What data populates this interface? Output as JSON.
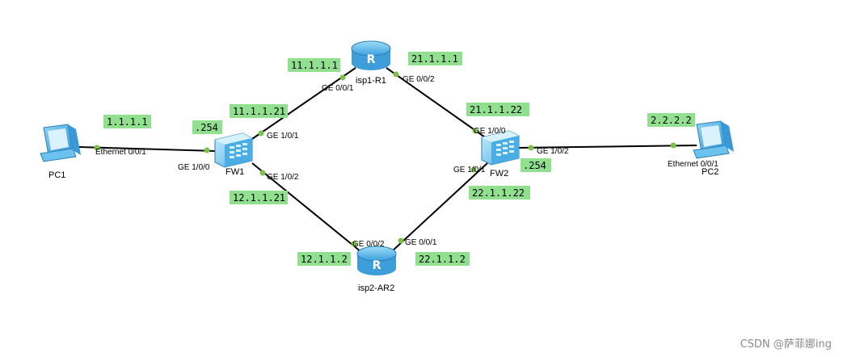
{
  "devices": {
    "pc1": "PC1",
    "pc2": "PC2",
    "fw1": "FW1",
    "fw2": "FW2",
    "isp1": "isp1-R1",
    "isp2": "isp2-AR2"
  },
  "ip_labels": {
    "pc1_ip": "1.1.1.1",
    "fw1_inside": ".254",
    "fw1_isp1": "11.1.1.21",
    "r1_fw1": "11.1.1.1",
    "r1_fw2": "21.1.1.1",
    "fw2_isp1": "21.1.1.22",
    "pc2_ip": "2.2.2.2",
    "fw2_inside": ".254",
    "fw2_isp2": "22.1.1.22",
    "fw1_isp2": "12.1.1.21",
    "ar2_fw1": "12.1.1.2",
    "ar2_fw2": "22.1.1.2"
  },
  "port_labels": {
    "pc1_eth": "Ethernet 0/0/1",
    "fw1_ge100": "GE 1/0/0",
    "fw1_ge101": "GE 1/0/1",
    "fw1_ge102": "GE 1/0/2",
    "r1_ge001": "GE 0/0/1",
    "r1_ge002": "GE 0/0/2",
    "fw2_ge100": "GE 1/0/0",
    "fw2_ge101": "GE 1/0/1",
    "fw2_ge102": "GE 1/0/2",
    "ar2_ge002": "GE 0/0/2",
    "ar2_ge001": "GE 0/0/1",
    "pc2_eth": "Ethernet 0/0/1"
  },
  "colors": {
    "ip_label_bg": "#90e090",
    "port_dot": "#7cc24a",
    "link": "#000000",
    "device_blue": "#5ab8ec"
  },
  "watermark": "CSDN @萨菲娜ing"
}
